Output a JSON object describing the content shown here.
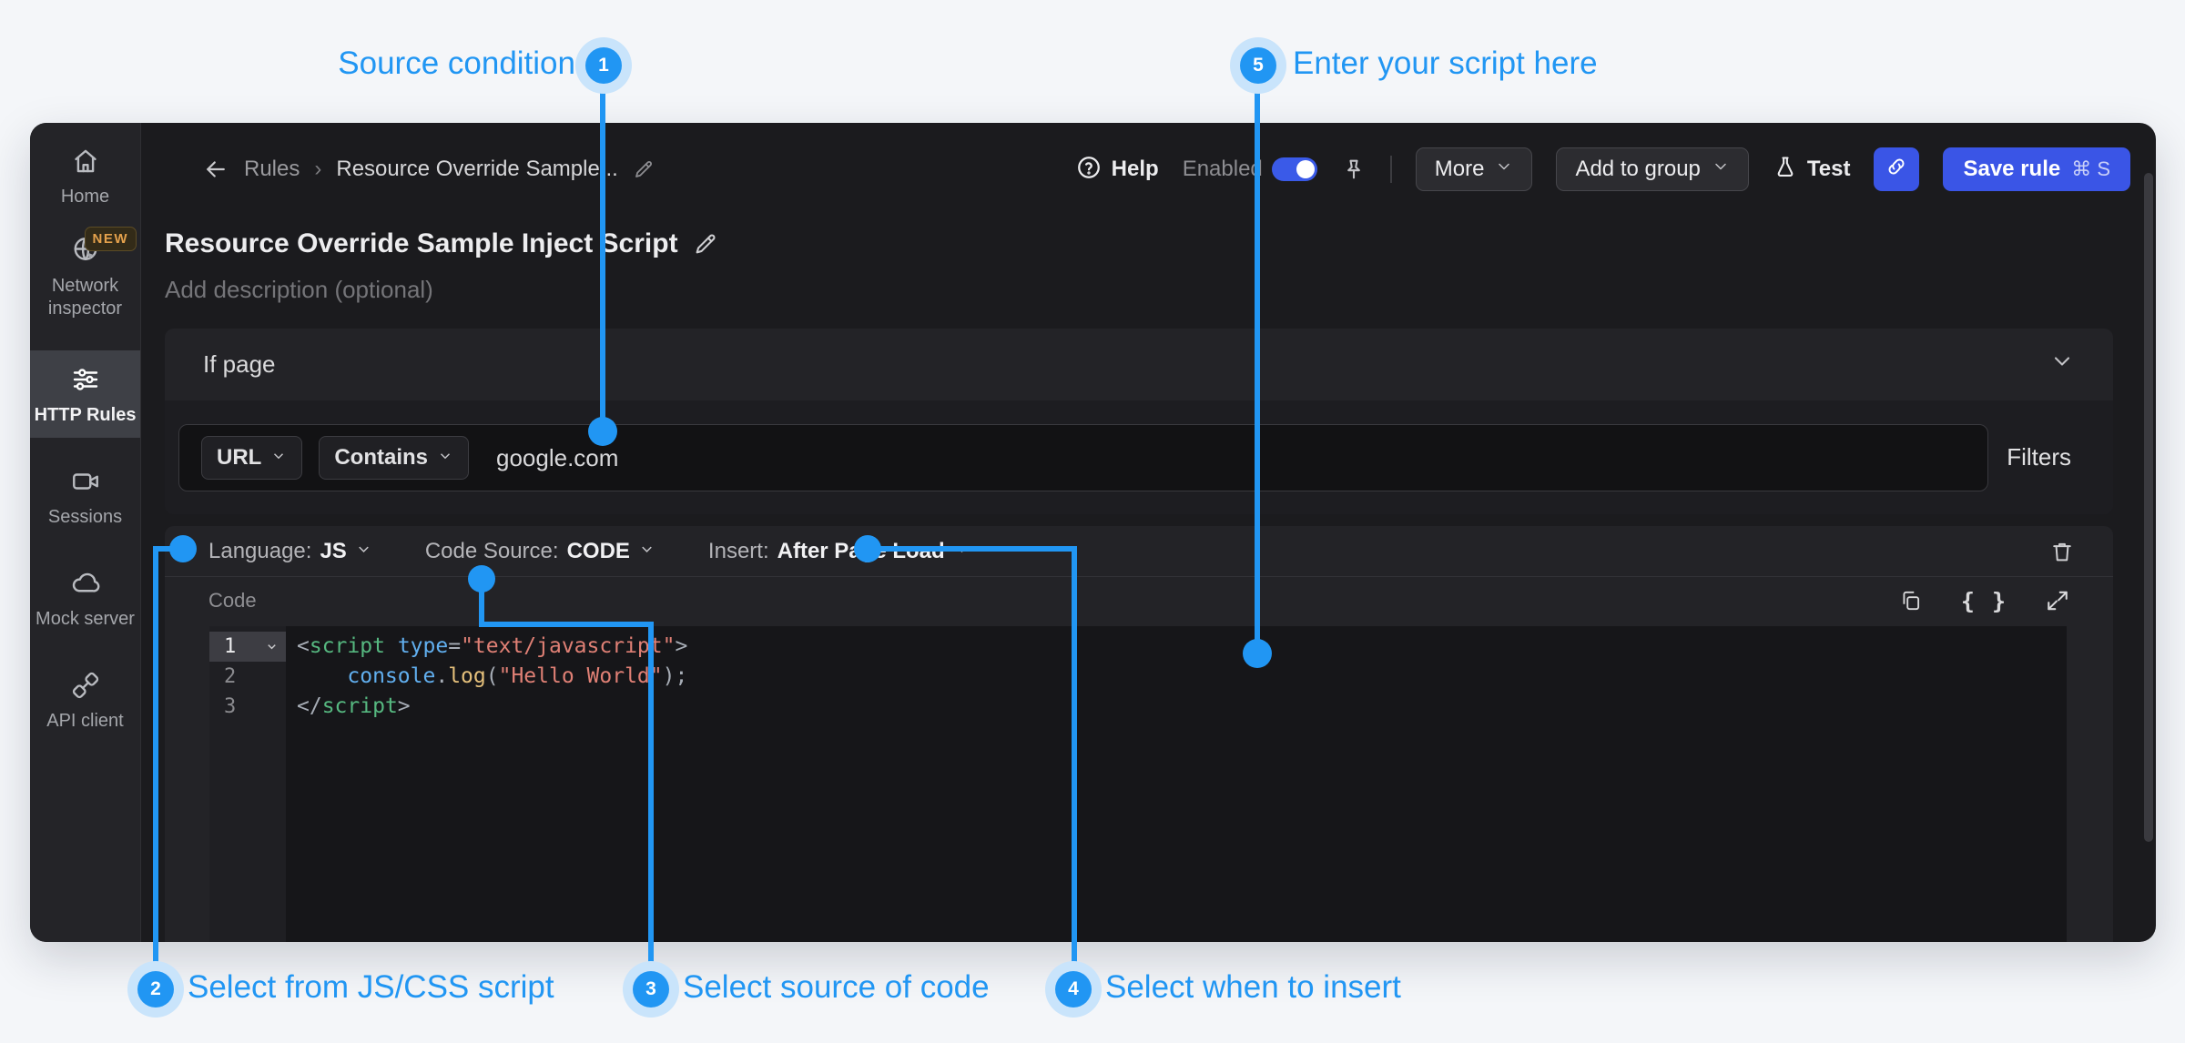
{
  "annotations": {
    "items": [
      {
        "num": "1",
        "label": "Source condition"
      },
      {
        "num": "2",
        "label": "Select from JS/CSS script"
      },
      {
        "num": "3",
        "label": "Select source of code"
      },
      {
        "num": "4",
        "label": "Select when to insert"
      },
      {
        "num": "5",
        "label": "Enter your script here"
      }
    ]
  },
  "sidebar": {
    "items": [
      {
        "label": "Home"
      },
      {
        "label": "Network inspector",
        "badge": "NEW"
      },
      {
        "label": "HTTP Rules"
      },
      {
        "label": "Sessions"
      },
      {
        "label": "Mock server"
      },
      {
        "label": "API client"
      }
    ]
  },
  "topbar": {
    "breadcrumb": {
      "root": "Rules",
      "separator": "›",
      "current": "Resource Override Sample..."
    },
    "help": "Help",
    "enabled_label": "Enabled",
    "more": "More",
    "add_to_group": "Add to group",
    "test": "Test",
    "save": "Save rule",
    "save_shortcut": "⌘ S"
  },
  "rule": {
    "title": "Resource Override Sample Inject Script",
    "description_placeholder": "Add description (optional)"
  },
  "source_condition": {
    "section_title": "If page",
    "key": "URL",
    "operator": "Contains",
    "value": "google.com",
    "filters_label": "Filters"
  },
  "script_editor": {
    "language_label": "Language:",
    "language_value": "JS",
    "source_label": "Code Source:",
    "source_value": "CODE",
    "insert_label": "Insert:",
    "insert_value": "After Page Load",
    "code_label": "Code",
    "braces_glyph": "{ }",
    "code_lines": [
      {
        "num": "1",
        "tokens": [
          {
            "c": "pun",
            "t": "<"
          },
          {
            "c": "tag",
            "t": "script"
          },
          {
            "c": "pln",
            "t": " "
          },
          {
            "c": "attr",
            "t": "type"
          },
          {
            "c": "pun",
            "t": "="
          },
          {
            "c": "str",
            "t": "\"text/javascript\""
          },
          {
            "c": "pun",
            "t": ">"
          }
        ]
      },
      {
        "num": "2",
        "tokens": [
          {
            "c": "pln",
            "t": "    "
          },
          {
            "c": "var",
            "t": "console"
          },
          {
            "c": "pun",
            "t": "."
          },
          {
            "c": "fn",
            "t": "log"
          },
          {
            "c": "pun",
            "t": "("
          },
          {
            "c": "str",
            "t": "\"Hello World\""
          },
          {
            "c": "pun",
            "t": ")"
          },
          {
            "c": "pun",
            "t": ";"
          }
        ]
      },
      {
        "num": "3",
        "tokens": [
          {
            "c": "pun",
            "t": "</"
          },
          {
            "c": "tag",
            "t": "script"
          },
          {
            "c": "pun",
            "t": ">"
          }
        ]
      }
    ]
  },
  "colors": {
    "annotation_blue": "#2196f3",
    "primary_button": "#3a55e6",
    "toggle_on": "#3a5ae8",
    "badge_new_text": "#e4a14c",
    "code_tag": "#56b880",
    "code_attr": "#61afef",
    "code_string": "#e08075",
    "code_function": "#e5c07b"
  }
}
